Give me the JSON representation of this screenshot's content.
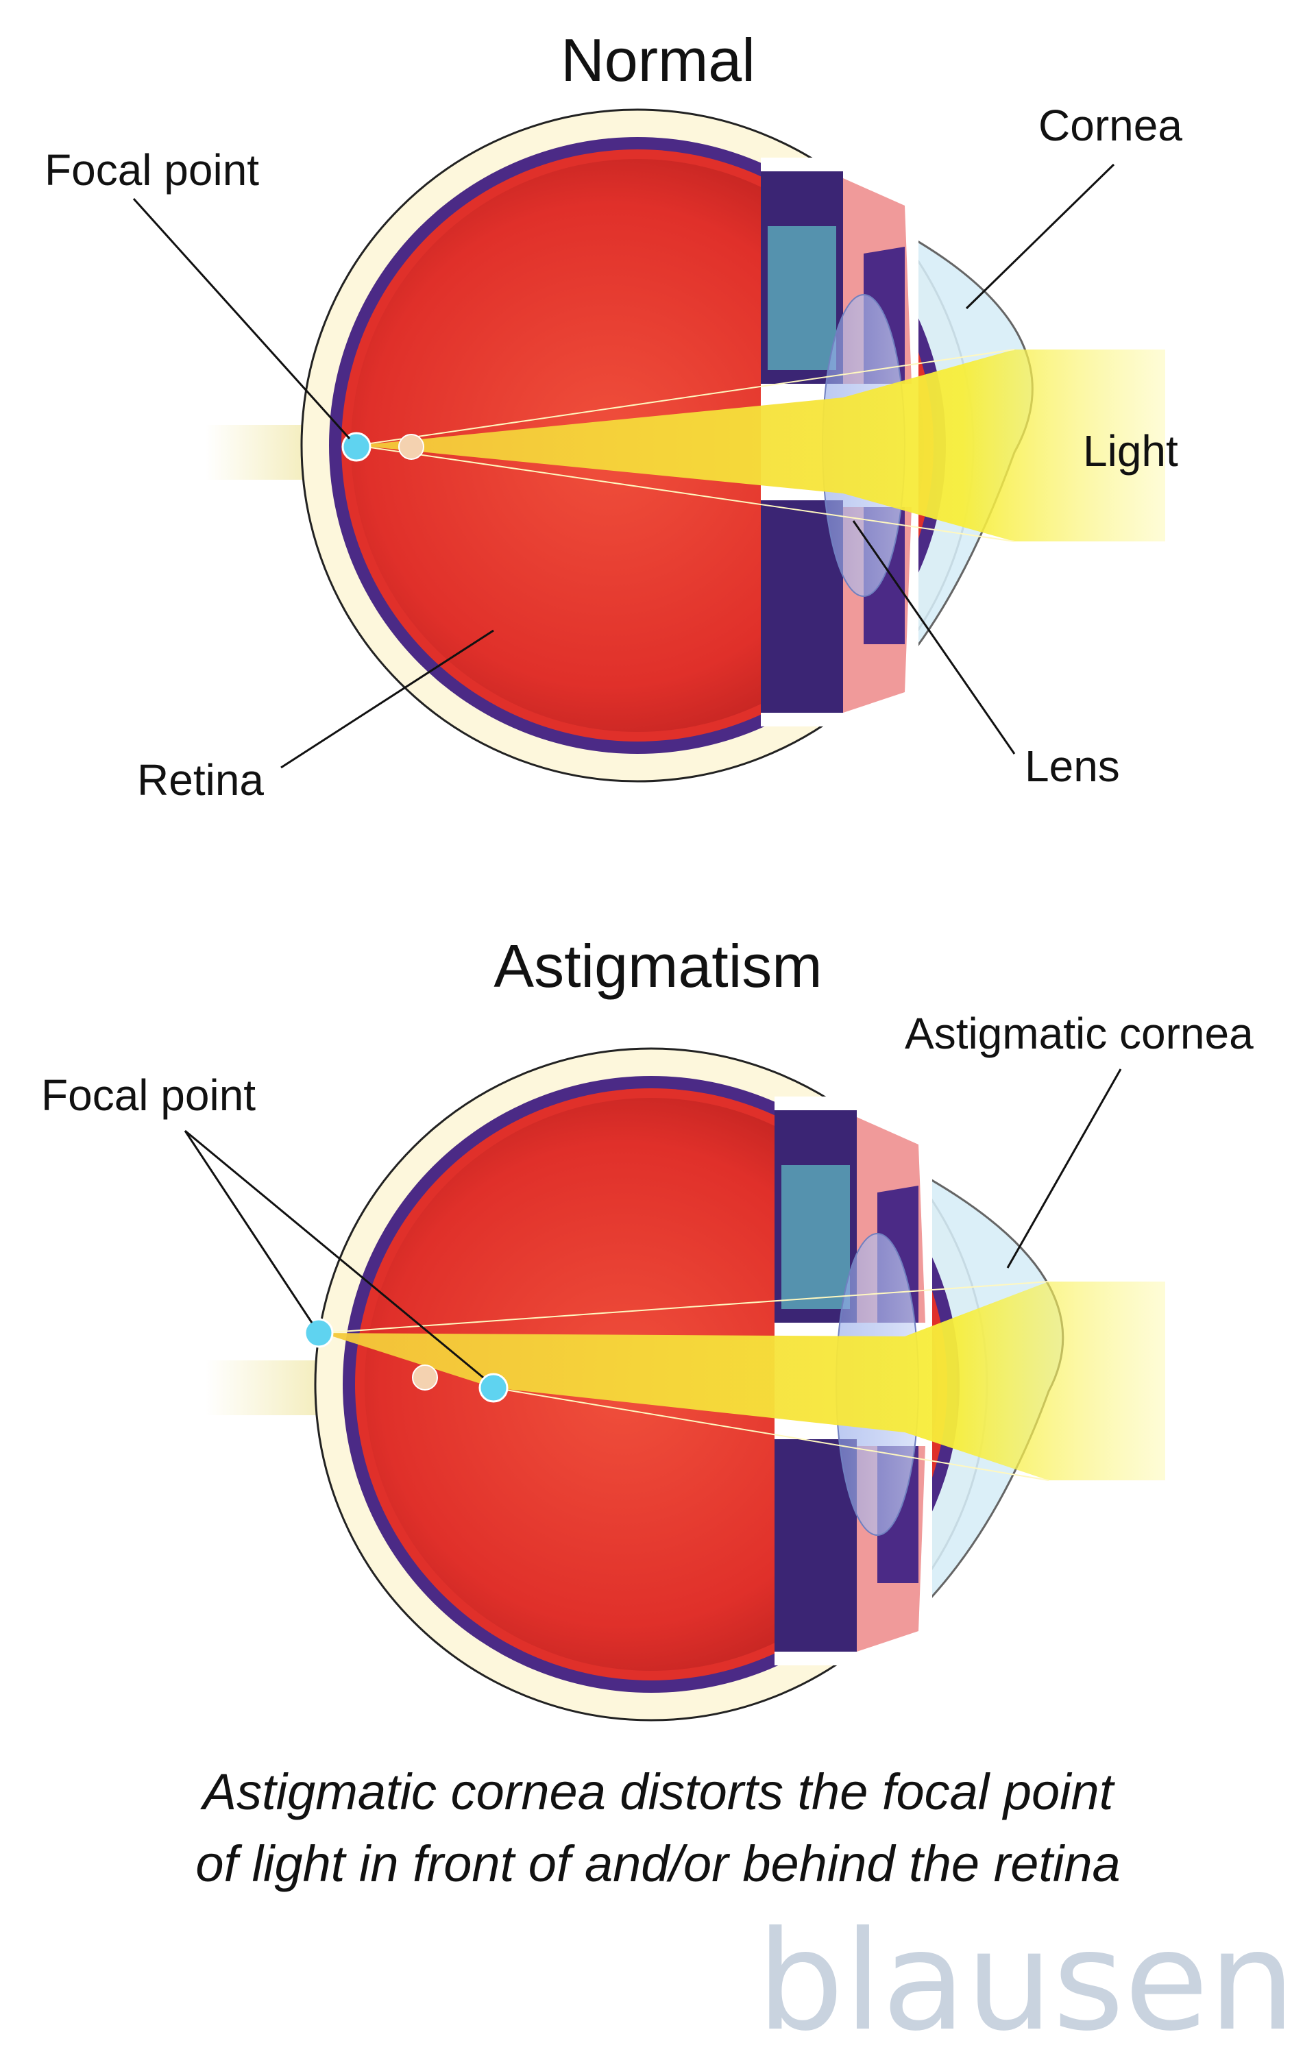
{
  "diagrams": [
    {
      "title": "Normal",
      "labels": {
        "focal_point": "Focal point",
        "cornea": "Cornea",
        "light": "Light",
        "retina": "Retina",
        "lens": "Lens"
      }
    },
    {
      "title": "Astigmatism",
      "labels": {
        "focal_point": "Focal point",
        "cornea": "Astigmatic cornea"
      }
    }
  ],
  "caption": {
    "line1": "Astigmatic cornea distorts the focal point",
    "line2": "of light in front of and/or behind the retina"
  },
  "logo": "blausen",
  "colors": {
    "retina_red": "#e8332a",
    "choroid_purple": "#4b2a86",
    "light_yellow": "#f7ee3a",
    "focal_cyan": "#5fd3f0"
  }
}
